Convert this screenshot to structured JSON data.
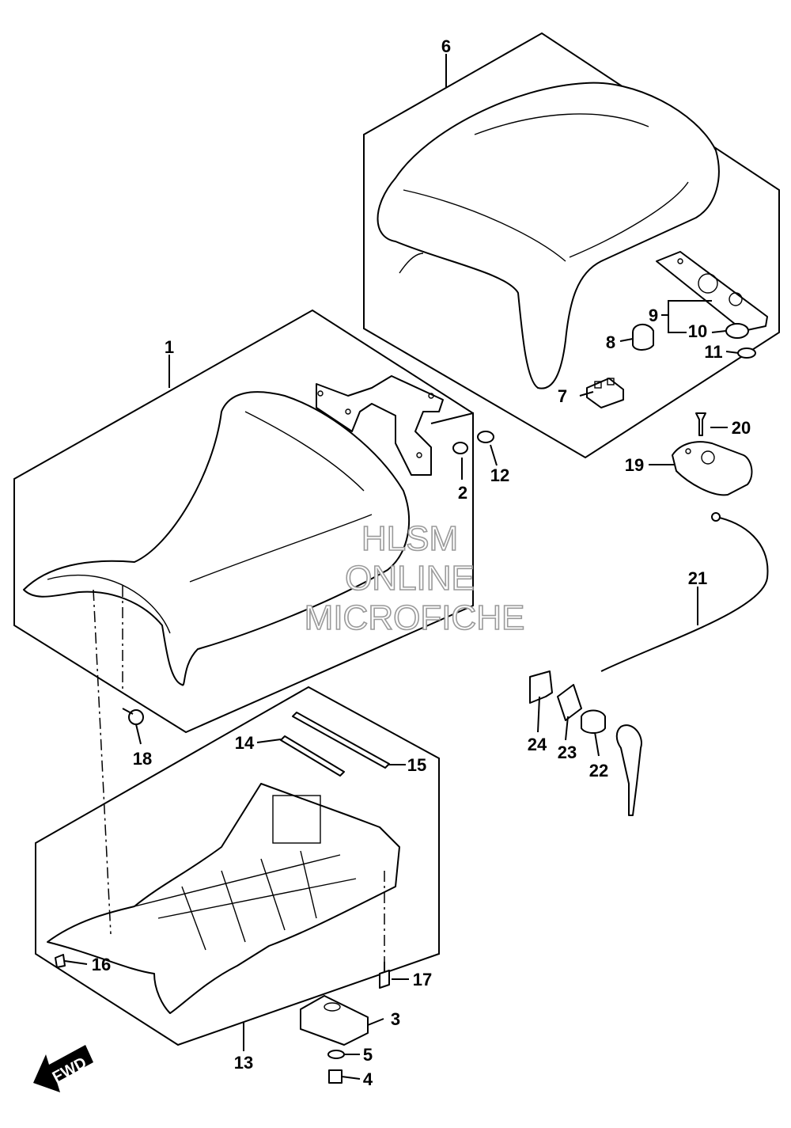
{
  "watermark": {
    "line1": "HLSM",
    "line2": "ONLINE",
    "line3": "MICROFICHE"
  },
  "direction_marker": "FWD",
  "callouts": {
    "c1": "1",
    "c2": "2",
    "c3": "3",
    "c4": "4",
    "c5": "5",
    "c6": "6",
    "c7": "7",
    "c8": "8",
    "c9": "9",
    "c10": "10",
    "c11": "11",
    "c12": "12",
    "c13": "13",
    "c14": "14",
    "c15": "15",
    "c16": "16",
    "c17": "17",
    "c18": "18",
    "c19": "19",
    "c20": "20",
    "c21": "21",
    "c22": "22",
    "c23": "23",
    "c24": "24"
  }
}
